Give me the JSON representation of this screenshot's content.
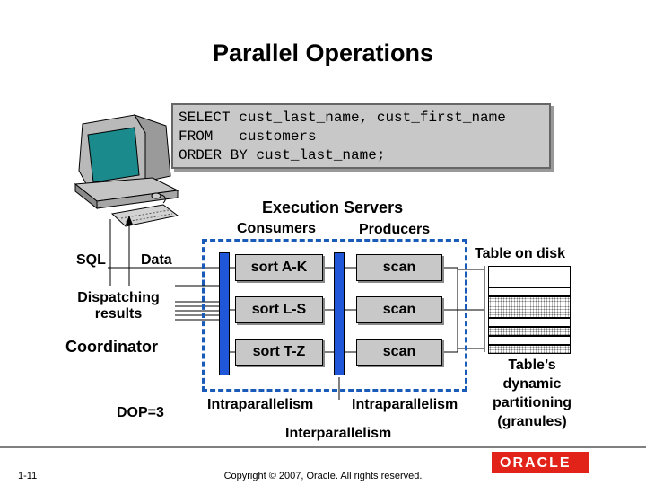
{
  "title": "Parallel Operations",
  "sql": {
    "line1": "SELECT cust_last_name, cust_first_name",
    "line2": "FROM   customers",
    "line3": "ORDER BY cust_last_name;"
  },
  "labels": {
    "execution_servers": "Execution Servers",
    "consumers": "Consumers",
    "producers": "Producers",
    "sql": "SQL",
    "data": "Data",
    "dispatching_line1": "Dispatching",
    "dispatching_line2": "results",
    "coordinator": "Coordinator",
    "dop": "DOP=3",
    "intraparallelism_left": "Intraparallelism",
    "intraparallelism_right": "Intraparallelism",
    "interparallelism": "Interparallelism",
    "table_on_disk": "Table on disk",
    "granules_line1": "Table’s",
    "granules_line2": "dynamic",
    "granules_line3": "partitioning",
    "granules_line4": "(granules)"
  },
  "consumers": [
    "sort A-K",
    "sort L-S",
    "sort T-Z"
  ],
  "producers": [
    "scan",
    "scan",
    "scan"
  ],
  "footer": {
    "page": "1-11",
    "copyright": "Copyright © 2007, Oracle. All rights reserved.",
    "logo_text": "ORACLE"
  },
  "colors": {
    "server_bar": "#1f57d8",
    "dashed_border": "#1a5ab8",
    "box_gray": "#c8c8c8",
    "logo_red": "#e2231a"
  }
}
